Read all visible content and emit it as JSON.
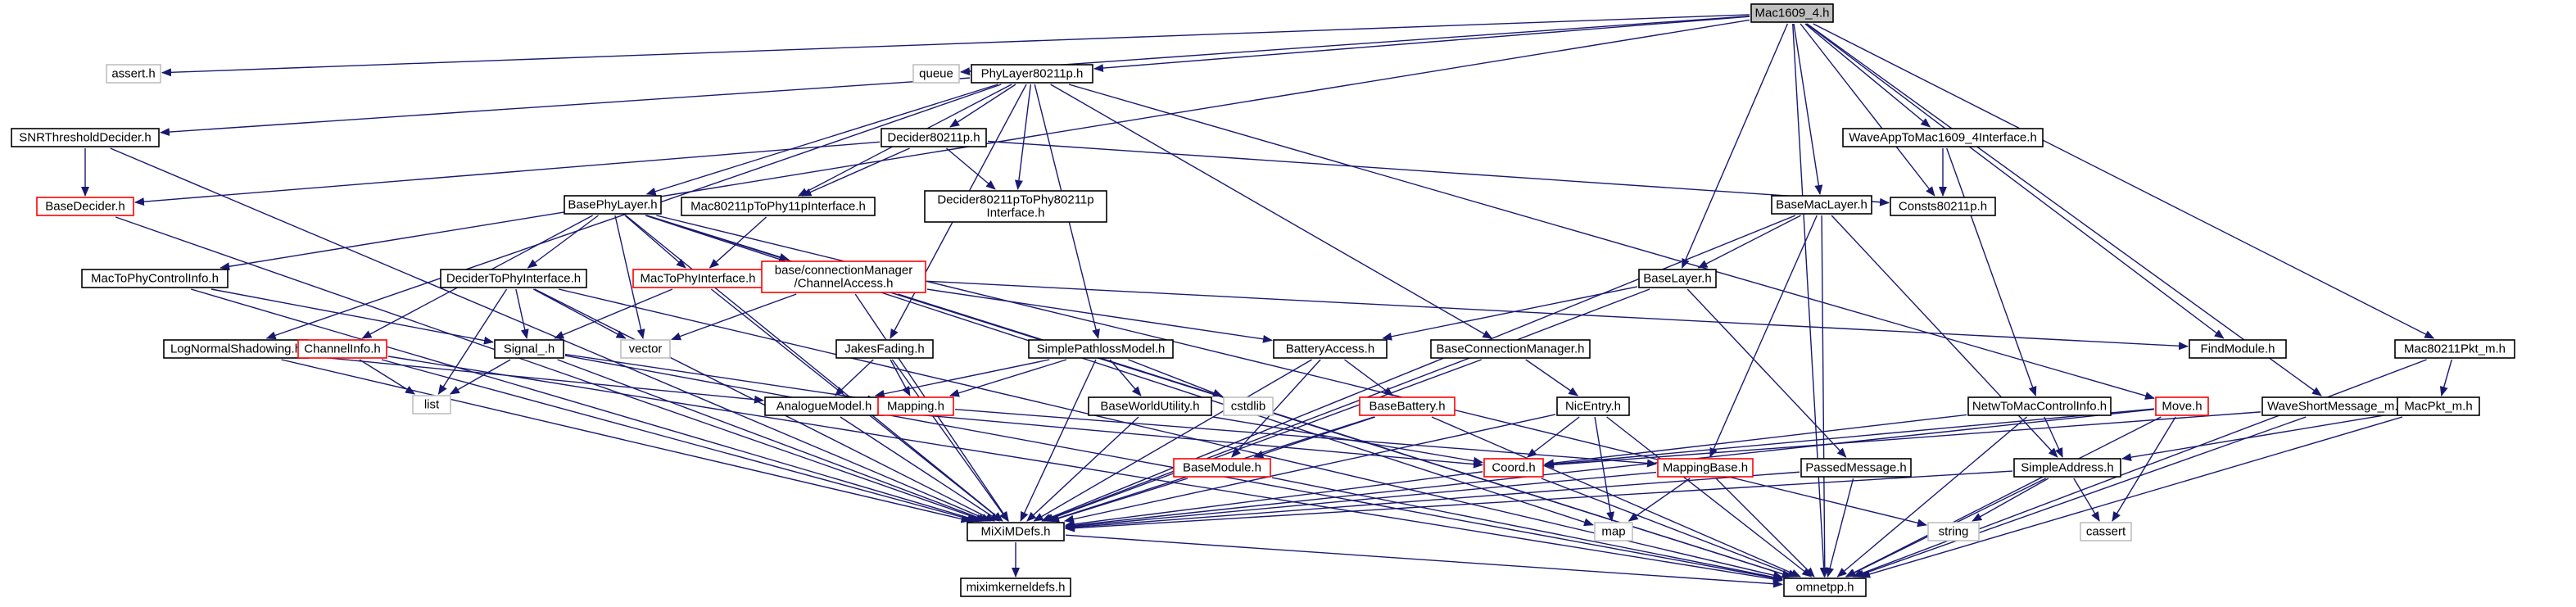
{
  "nodes": [
    {
      "id": "mac1609",
      "label": "Mac1609_4.h",
      "kind": "root"
    },
    {
      "id": "assert",
      "label": "assert.h",
      "kind": "ext"
    },
    {
      "id": "queue",
      "label": "queue",
      "kind": "ext"
    },
    {
      "id": "phy80211p",
      "label": "PhyLayer80211p.h",
      "kind": "normal"
    },
    {
      "id": "snr",
      "label": "SNRThresholdDecider.h",
      "kind": "normal"
    },
    {
      "id": "basedecider",
      "label": "BaseDecider.h",
      "kind": "red"
    },
    {
      "id": "decider80211p",
      "label": "Decider80211p.h",
      "kind": "normal"
    },
    {
      "id": "mac80211ptophy11p",
      "label": "Mac80211pToPhy11pInterface.h",
      "kind": "normal"
    },
    {
      "id": "decidertophy80211p",
      "label": [
        "Decider80211pToPhy80211p",
        "Interface.h"
      ],
      "kind": "normal"
    },
    {
      "id": "consts80211p",
      "label": "Consts80211p.h",
      "kind": "normal"
    },
    {
      "id": "waveapp",
      "label": "WaveAppToMac1609_4Interface.h",
      "kind": "normal"
    },
    {
      "id": "basephylayer",
      "label": "BasePhyLayer.h",
      "kind": "normal"
    },
    {
      "id": "basemaclayer",
      "label": "BaseMacLayer.h",
      "kind": "normal"
    },
    {
      "id": "mactophyctrl",
      "label": "MacToPhyControlInfo.h",
      "kind": "normal"
    },
    {
      "id": "decidertophy",
      "label": "DeciderToPhyInterface.h",
      "kind": "normal"
    },
    {
      "id": "mactophyiface",
      "label": "MacToPhyInterface.h",
      "kind": "red"
    },
    {
      "id": "channelaccess",
      "label": [
        "base/connectionManager",
        "/ChannelAccess.h"
      ],
      "kind": "red"
    },
    {
      "id": "baselayer",
      "label": "BaseLayer.h",
      "kind": "normal"
    },
    {
      "id": "lognormal",
      "label": "LogNormalShadowing.h",
      "kind": "normal"
    },
    {
      "id": "channelinfo",
      "label": "ChannelInfo.h",
      "kind": "red"
    },
    {
      "id": "signal",
      "label": "Signal_.h",
      "kind": "normal"
    },
    {
      "id": "vector",
      "label": "vector",
      "kind": "ext"
    },
    {
      "id": "jakes",
      "label": "JakesFading.h",
      "kind": "normal"
    },
    {
      "id": "simplepath",
      "label": "SimplePathlossModel.h",
      "kind": "normal"
    },
    {
      "id": "batteryaccess",
      "label": "BatteryAccess.h",
      "kind": "normal"
    },
    {
      "id": "baseconn",
      "label": "BaseConnectionManager.h",
      "kind": "normal"
    },
    {
      "id": "findmodule",
      "label": "FindModule.h",
      "kind": "normal"
    },
    {
      "id": "mac80211pkt",
      "label": "Mac80211Pkt_m.h",
      "kind": "normal"
    },
    {
      "id": "list",
      "label": "list",
      "kind": "ext"
    },
    {
      "id": "analogue",
      "label": "AnalogueModel.h",
      "kind": "normal"
    },
    {
      "id": "mapping",
      "label": "Mapping.h",
      "kind": "red"
    },
    {
      "id": "baseworld",
      "label": "BaseWorldUtility.h",
      "kind": "normal"
    },
    {
      "id": "cstdlib",
      "label": "cstdlib",
      "kind": "ext"
    },
    {
      "id": "basebattery",
      "label": "BaseBattery.h",
      "kind": "red"
    },
    {
      "id": "nicentry",
      "label": "NicEntry.h",
      "kind": "normal"
    },
    {
      "id": "netwtomac",
      "label": "NetwToMacControlInfo.h",
      "kind": "normal"
    },
    {
      "id": "move",
      "label": "Move.h",
      "kind": "red"
    },
    {
      "id": "waveshort",
      "label": "WaveShortMessage_m.h",
      "kind": "normal"
    },
    {
      "id": "macpkt",
      "label": "MacPkt_m.h",
      "kind": "normal"
    },
    {
      "id": "basemodule",
      "label": "BaseModule.h",
      "kind": "red"
    },
    {
      "id": "coord",
      "label": "Coord.h",
      "kind": "red"
    },
    {
      "id": "mappingbase",
      "label": "MappingBase.h",
      "kind": "red"
    },
    {
      "id": "passedmsg",
      "label": "PassedMessage.h",
      "kind": "normal"
    },
    {
      "id": "simpleaddr",
      "label": "SimpleAddress.h",
      "kind": "normal"
    },
    {
      "id": "miximdefs",
      "label": "MiXiMDefs.h",
      "kind": "normal"
    },
    {
      "id": "map",
      "label": "map",
      "kind": "ext"
    },
    {
      "id": "string",
      "label": "string",
      "kind": "ext"
    },
    {
      "id": "cassert",
      "label": "cassert",
      "kind": "ext"
    },
    {
      "id": "miximkernel",
      "label": "miximkerneldefs.h",
      "kind": "normal"
    },
    {
      "id": "omnetpp",
      "label": "omnetpp.h",
      "kind": "normal"
    }
  ],
  "edges": [
    [
      "mac1609",
      "assert"
    ],
    [
      "mac1609",
      "queue"
    ],
    [
      "mac1609",
      "phy80211p"
    ],
    [
      "mac1609",
      "mactophyctrl"
    ],
    [
      "mac1609",
      "baselayer"
    ],
    [
      "mac1609",
      "basemaclayer"
    ],
    [
      "mac1609",
      "consts80211p"
    ],
    [
      "mac1609",
      "waveapp"
    ],
    [
      "mac1609",
      "waveshort"
    ],
    [
      "mac1609",
      "findmodule"
    ],
    [
      "mac1609",
      "mac80211pkt"
    ],
    [
      "mac1609",
      "omnetpp"
    ],
    [
      "phy80211p",
      "snr"
    ],
    [
      "phy80211p",
      "decider80211p"
    ],
    [
      "phy80211p",
      "mac80211ptophy11p"
    ],
    [
      "phy80211p",
      "decidertophy80211p"
    ],
    [
      "phy80211p",
      "basephylayer"
    ],
    [
      "phy80211p",
      "lognormal"
    ],
    [
      "phy80211p",
      "jakes"
    ],
    [
      "phy80211p",
      "simplepath"
    ],
    [
      "phy80211p",
      "baseconn"
    ],
    [
      "phy80211p",
      "move"
    ],
    [
      "snr",
      "basedecider"
    ],
    [
      "snr",
      "miximdefs"
    ],
    [
      "decider80211p",
      "basedecider"
    ],
    [
      "decider80211p",
      "mac80211ptophy11p"
    ],
    [
      "decider80211p",
      "decidertophy80211p"
    ],
    [
      "decider80211p",
      "consts80211p"
    ],
    [
      "mac80211ptophy11p",
      "mactophyiface"
    ],
    [
      "waveapp",
      "consts80211p"
    ],
    [
      "waveapp",
      "netwtomac"
    ],
    [
      "basedecider",
      "miximdefs"
    ],
    [
      "basephylayer",
      "channelinfo"
    ],
    [
      "basephylayer",
      "decidertophy"
    ],
    [
      "basephylayer",
      "mactophyiface"
    ],
    [
      "basephylayer",
      "channelaccess"
    ],
    [
      "basephylayer",
      "vector"
    ],
    [
      "basephylayer",
      "miximdefs"
    ],
    [
      "basephylayer",
      "map"
    ],
    [
      "basephylayer",
      "string"
    ],
    [
      "basephylayer",
      "omnetpp"
    ],
    [
      "basemaclayer",
      "baselayer"
    ],
    [
      "basemaclayer",
      "simpleaddr"
    ],
    [
      "basemaclayer",
      "mappingbase"
    ],
    [
      "basemaclayer",
      "miximdefs"
    ],
    [
      "basemaclayer",
      "omnetpp"
    ],
    [
      "mactophyctrl",
      "signal"
    ],
    [
      "mactophyctrl",
      "miximdefs"
    ],
    [
      "decidertophy",
      "signal"
    ],
    [
      "decidertophy",
      "vector"
    ],
    [
      "decidertophy",
      "list"
    ],
    [
      "decidertophy",
      "miximdefs"
    ],
    [
      "decidertophy",
      "omnetpp"
    ],
    [
      "mactophyiface",
      "signal"
    ],
    [
      "mactophyiface",
      "miximdefs"
    ],
    [
      "channelaccess",
      "vector"
    ],
    [
      "channelaccess",
      "batteryaccess"
    ],
    [
      "channelaccess",
      "findmodule"
    ],
    [
      "channelaccess",
      "miximdefs"
    ],
    [
      "channelaccess",
      "omnetpp"
    ],
    [
      "baselayer",
      "batteryaccess"
    ],
    [
      "baselayer",
      "passedmsg"
    ],
    [
      "baselayer",
      "miximdefs"
    ],
    [
      "lognormal",
      "analogue"
    ],
    [
      "lognormal",
      "miximdefs"
    ],
    [
      "channelinfo",
      "list"
    ],
    [
      "channelinfo",
      "miximdefs"
    ],
    [
      "channelinfo",
      "omnetpp"
    ],
    [
      "signal",
      "mapping"
    ],
    [
      "signal",
      "list"
    ],
    [
      "signal",
      "miximdefs"
    ],
    [
      "signal",
      "omnetpp"
    ],
    [
      "jakes",
      "analogue"
    ],
    [
      "jakes",
      "mapping"
    ],
    [
      "jakes",
      "miximdefs"
    ],
    [
      "simplepath",
      "analogue"
    ],
    [
      "simplepath",
      "mapping"
    ],
    [
      "simplepath",
      "baseworld"
    ],
    [
      "simplepath",
      "cstdlib"
    ],
    [
      "simplepath",
      "miximdefs"
    ],
    [
      "batteryaccess",
      "basebattery"
    ],
    [
      "batteryaccess",
      "basemodule"
    ],
    [
      "batteryaccess",
      "miximdefs"
    ],
    [
      "baseconn",
      "nicentry"
    ],
    [
      "baseconn",
      "miximdefs"
    ],
    [
      "mac80211pkt",
      "macpkt"
    ],
    [
      "mac80211pkt",
      "omnetpp"
    ],
    [
      "analogue",
      "coord"
    ],
    [
      "analogue",
      "miximdefs"
    ],
    [
      "mapping",
      "mappingbase"
    ],
    [
      "baseworld",
      "coord"
    ],
    [
      "baseworld",
      "miximdefs"
    ],
    [
      "basebattery",
      "basemodule"
    ],
    [
      "basebattery",
      "miximdefs"
    ],
    [
      "basebattery",
      "omnetpp"
    ],
    [
      "nicentry",
      "coord"
    ],
    [
      "nicentry",
      "map"
    ],
    [
      "nicentry",
      "miximdefs"
    ],
    [
      "nicentry",
      "omnetpp"
    ],
    [
      "netwtomac",
      "simpleaddr"
    ],
    [
      "netwtomac",
      "coord"
    ],
    [
      "netwtomac",
      "omnetpp"
    ],
    [
      "move",
      "coord"
    ],
    [
      "move",
      "cassert"
    ],
    [
      "move",
      "miximdefs"
    ],
    [
      "move",
      "omnetpp"
    ],
    [
      "waveshort",
      "coord"
    ],
    [
      "waveshort",
      "omnetpp"
    ],
    [
      "macpkt",
      "simpleaddr"
    ],
    [
      "macpkt",
      "omnetpp"
    ],
    [
      "basemodule",
      "miximdefs"
    ],
    [
      "basemodule",
      "omnetpp"
    ],
    [
      "coord",
      "miximdefs"
    ],
    [
      "coord",
      "omnetpp"
    ],
    [
      "mappingbase",
      "map"
    ],
    [
      "mappingbase",
      "miximdefs"
    ],
    [
      "mappingbase",
      "omnetpp"
    ],
    [
      "passedmsg",
      "miximdefs"
    ],
    [
      "passedmsg",
      "omnetpp"
    ],
    [
      "simpleaddr",
      "string"
    ],
    [
      "simpleaddr",
      "cassert"
    ],
    [
      "simpleaddr",
      "miximdefs"
    ],
    [
      "simpleaddr",
      "omnetpp"
    ],
    [
      "miximdefs",
      "miximkernel"
    ],
    [
      "miximdefs",
      "omnetpp"
    ]
  ]
}
